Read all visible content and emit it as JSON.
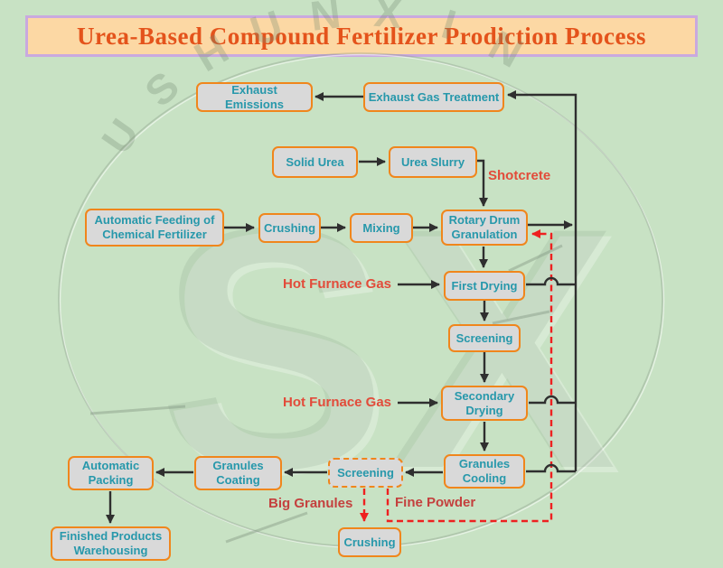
{
  "title": "Urea-Based Compound Fertilizer Prodiction Process",
  "nodes": [
    {
      "id": "exhaust-emissions",
      "label": "Exhaust Emissions"
    },
    {
      "id": "exhaust-gas-treatment",
      "label": "Exhaust Gas Treatment"
    },
    {
      "id": "solid-urea",
      "label": "Solid Urea"
    },
    {
      "id": "urea-slurry",
      "label": "Urea Slurry"
    },
    {
      "id": "automatic-feeding",
      "label": "Automatic Feeding of Chemical Fertilizer"
    },
    {
      "id": "crushing",
      "label": "Crushing"
    },
    {
      "id": "mixing",
      "label": "Mixing"
    },
    {
      "id": "rotary-drum-granulation",
      "label": "Rotary Drum Granulation"
    },
    {
      "id": "first-drying",
      "label": "First Drying"
    },
    {
      "id": "screening",
      "label": "Screening"
    },
    {
      "id": "secondary-drying",
      "label": "Secondary Drying"
    },
    {
      "id": "granules-cooling",
      "label": "Granules Cooling"
    },
    {
      "id": "screening-recycle",
      "label": "Screening"
    },
    {
      "id": "granules-coating",
      "label": "Granules Coating"
    },
    {
      "id": "automatic-packing",
      "label": "Automatic Packing"
    },
    {
      "id": "finished-products-warehousing",
      "label": "Finished Products Warehousing"
    },
    {
      "id": "crushing-recycle",
      "label": "Crushing"
    }
  ],
  "edge_labels": {
    "shotcrete": "Shotcrete",
    "hot_furnace_gas_1": "Hot Furnace Gas",
    "hot_furnace_gas_2": "Hot Furnace Gas",
    "big_granules": "Big Granules",
    "fine_powder": "Fine Powder"
  },
  "watermark": {
    "letters": [
      "U",
      "S",
      "H",
      "U",
      "N",
      "X",
      "I",
      "N"
    ],
    "center": "SX"
  },
  "colors": {
    "background": "#c8e2c4",
    "node_fill": "#d9d9d9",
    "node_border": "#f0861c",
    "node_text": "#2798ab",
    "arrow_black": "#2f2f2f",
    "recycle_dash_red": "#ee2020",
    "red_label": "#e24b3a",
    "recycle_label": "#c4403e",
    "title_text": "#e4531b",
    "title_bg": "#fcd8a4",
    "title_border": "#c9a9df"
  }
}
